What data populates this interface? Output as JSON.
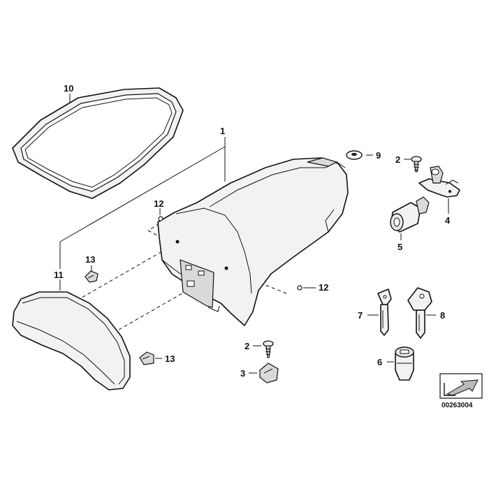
{
  "labels": {
    "l1": "1",
    "l2a": "2",
    "l2b": "2",
    "l3": "3",
    "l4": "4",
    "l5": "5",
    "l6": "6",
    "l7": "7",
    "l8": "8",
    "l9": "9",
    "l10": "10",
    "l11": "11",
    "l12a": "12",
    "l12b": "12",
    "l13a": "13",
    "l13b": "13"
  },
  "reference_number": "00263004"
}
